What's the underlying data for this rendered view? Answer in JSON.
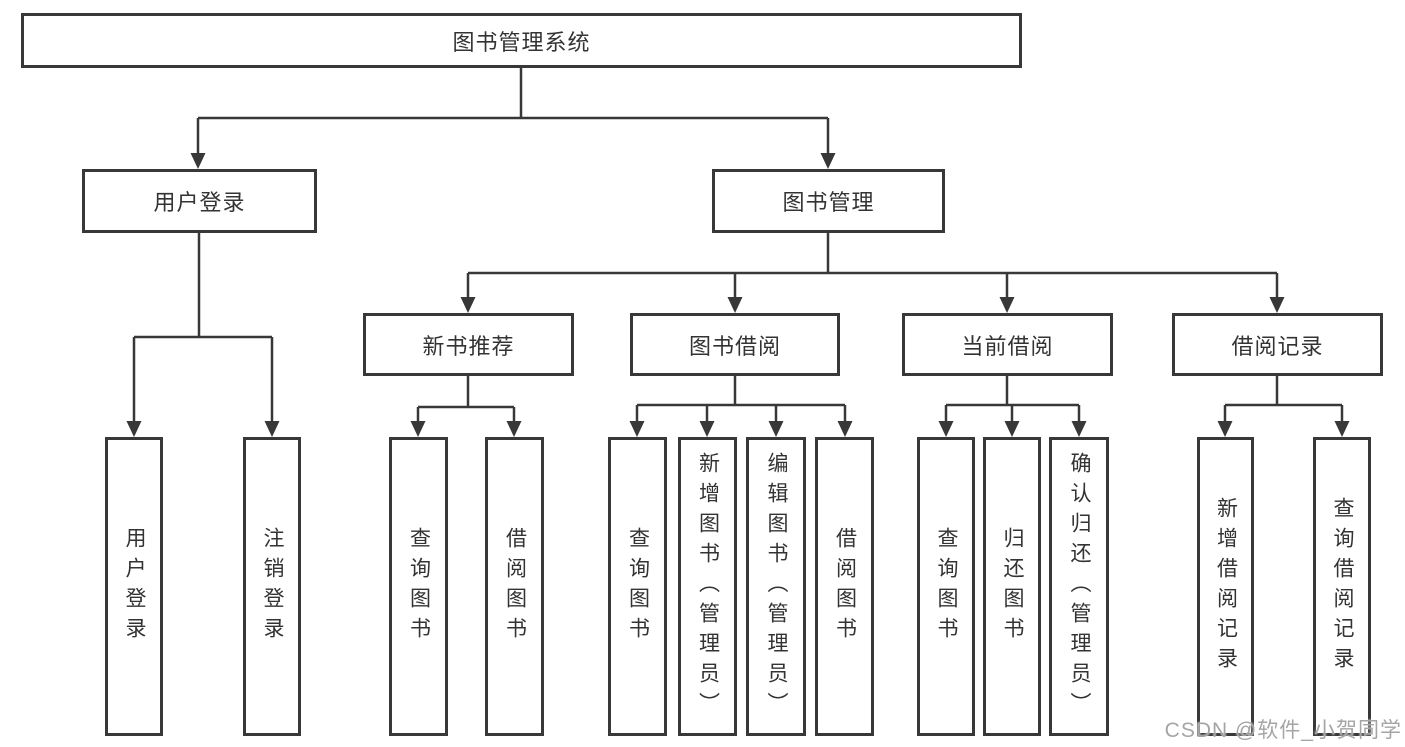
{
  "diagram": {
    "type": "hierarchy-flowchart",
    "tree": {
      "root": {
        "label": "图书管理系统"
      },
      "branches": [
        {
          "label": "用户登录",
          "children": [
            {
              "label": "用户登录"
            },
            {
              "label": "注销登录"
            }
          ]
        },
        {
          "label": "图书管理",
          "groups": [
            {
              "label": "新书推荐",
              "children": [
                {
                  "label": "查询图书"
                },
                {
                  "label": "借阅图书"
                }
              ]
            },
            {
              "label": "图书借阅",
              "children": [
                {
                  "label": "查询图书"
                },
                {
                  "label": "新增图书（管理员）"
                },
                {
                  "label": "编辑图书（管理员）"
                },
                {
                  "label": "借阅图书"
                }
              ]
            },
            {
              "label": "当前借阅",
              "children": [
                {
                  "label": "查询图书"
                },
                {
                  "label": "归还图书"
                },
                {
                  "label": "确认归还（管理员）"
                }
              ]
            },
            {
              "label": "借阅记录",
              "children": [
                {
                  "label": "新增借阅记录"
                },
                {
                  "label": "查询借阅记录"
                }
              ]
            }
          ]
        }
      ]
    },
    "colors": {
      "line": "#383838",
      "box_border": "#383838",
      "box_fill": "#ffffff",
      "text": "#333333",
      "watermark": "#a5a5a5",
      "background": "#ffffff"
    }
  },
  "watermark": {
    "text": "CSDN @软件_小贺同学"
  }
}
